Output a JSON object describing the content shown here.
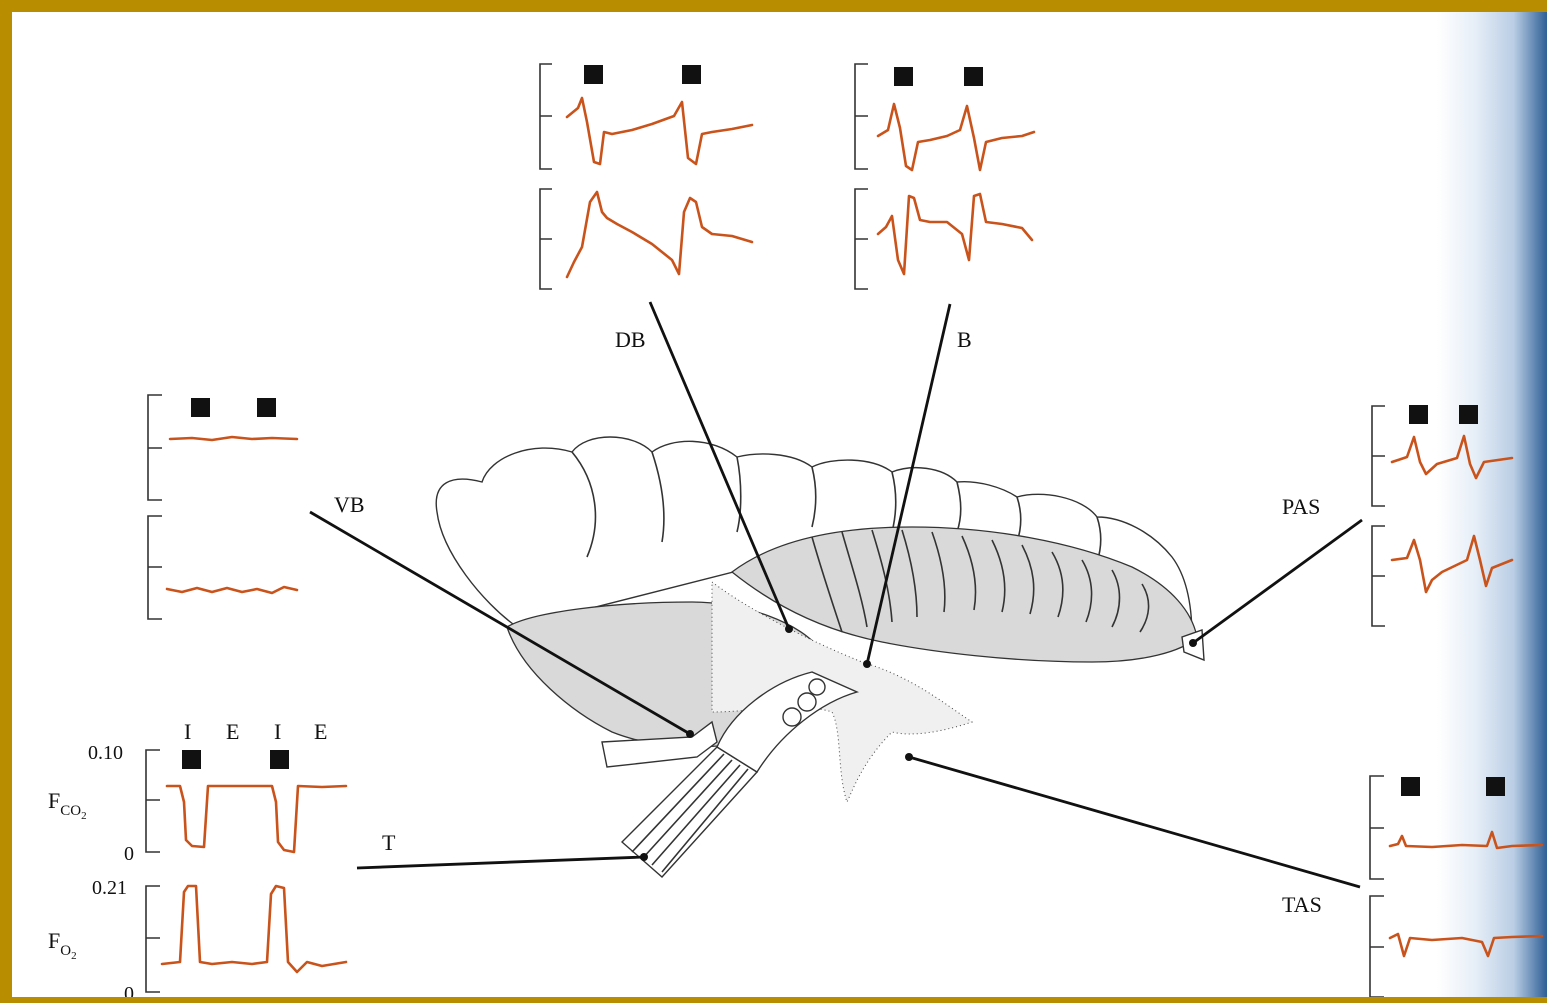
{
  "labels": {
    "db": "DB",
    "b": "B",
    "vb": "VB",
    "pas": "PAS",
    "t": "T",
    "tas": "TAS"
  },
  "phase_labels": [
    "I",
    "E",
    "I",
    "E"
  ],
  "gas_panel": {
    "co2_label": "F",
    "co2_sub": "CO",
    "co2_subsub": "2",
    "o2_label": "F",
    "o2_sub": "O",
    "o2_subsub": "2",
    "co2_max": "0.10",
    "co2_zero": "0",
    "o2_max": "0.21",
    "o2_zero": "0"
  },
  "colors": {
    "trace": "#c9531b",
    "frame": "#b98d00",
    "shaded_region": "#d9d9d9"
  },
  "icons": [
    "inspiration-marker-square"
  ]
}
